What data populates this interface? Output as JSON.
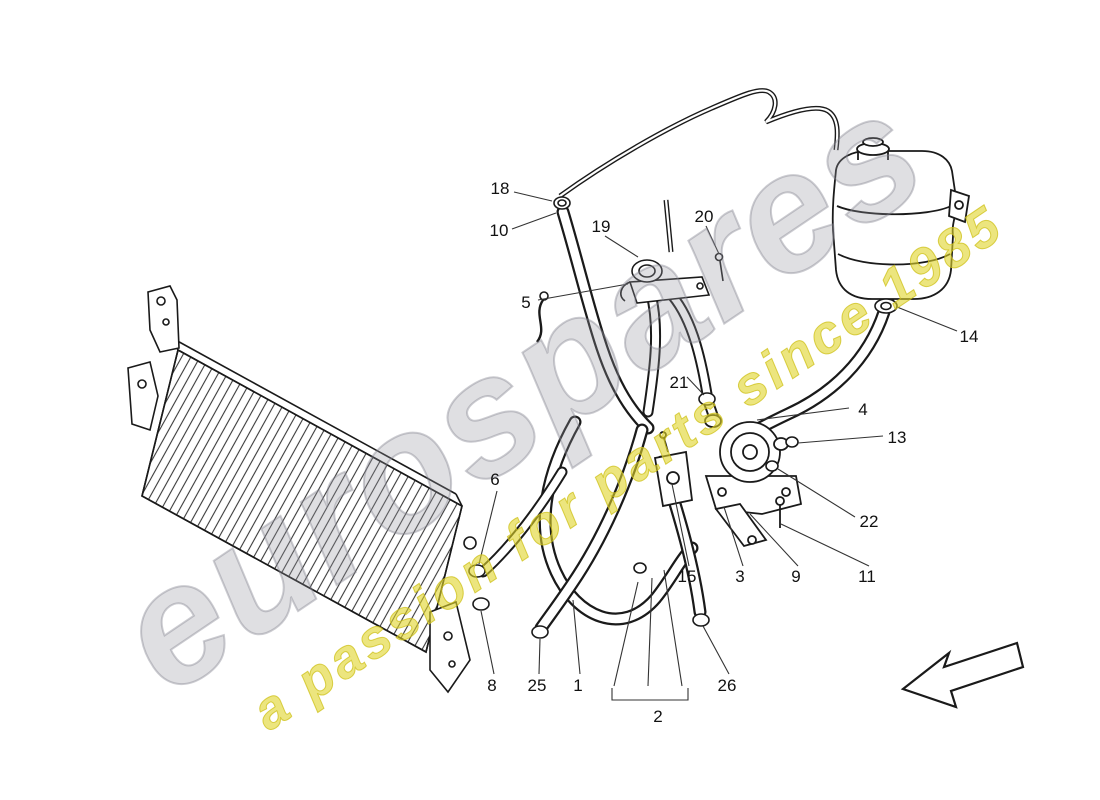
{
  "watermark": {
    "brand": "eurospares",
    "tagline": "a passion for parts since 1985",
    "brand_color": "#94949e",
    "tagline_color": "#ded22a"
  },
  "diagram": {
    "line_color": "#1a1a1a",
    "background_color": "#ffffff"
  },
  "callouts": [
    {
      "label": "18"
    },
    {
      "label": "10"
    },
    {
      "label": "19"
    },
    {
      "label": "20"
    },
    {
      "label": "5"
    },
    {
      "label": "14"
    },
    {
      "label": "21"
    },
    {
      "label": "4"
    },
    {
      "label": "13"
    },
    {
      "label": "22"
    },
    {
      "label": "6"
    },
    {
      "label": "15"
    },
    {
      "label": "3"
    },
    {
      "label": "9"
    },
    {
      "label": "11"
    },
    {
      "label": "8"
    },
    {
      "label": "25"
    },
    {
      "label": "1"
    },
    {
      "label": "2"
    },
    {
      "label": "26"
    }
  ]
}
